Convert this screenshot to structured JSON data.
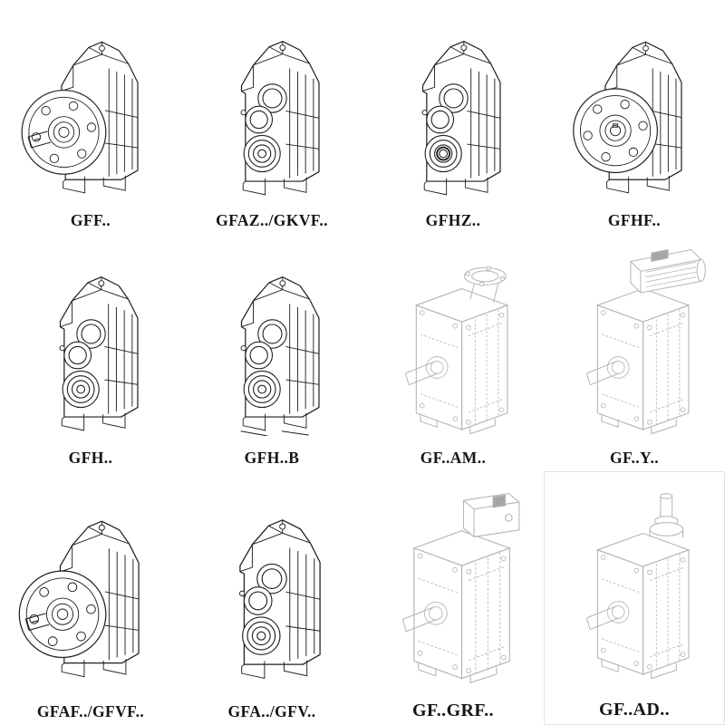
{
  "page": {
    "background": "#ffffff",
    "description_colors": {
      "ink": "#1f1f1f",
      "ghost": "#b4b4b4",
      "label_text": "#151515"
    }
  },
  "cells": [
    {
      "label": "GFF..",
      "drawing": "gearbox-output-flange-with-shaft"
    },
    {
      "label": "GFAZ../GKVF..",
      "drawing": "gearbox-front-bores"
    },
    {
      "label": "GFHZ..",
      "drawing": "gearbox-front-bores-hollow"
    },
    {
      "label": "GFHF..",
      "drawing": "gearbox-flange-hollow"
    },
    {
      "label": "GFH..",
      "drawing": "gearbox-front-bores"
    },
    {
      "label": "GFH..B",
      "drawing": "gearbox-front-bores-foot-mounted"
    },
    {
      "label": "GF..AM..",
      "drawing": "gearbox-phantom-top-motor-flange"
    },
    {
      "label": "GF..Y..",
      "drawing": "gearbox-phantom-mounted-motor"
    },
    {
      "label": "GFAF../GFVF..",
      "drawing": "gearbox-output-flange-with-shaft"
    },
    {
      "label": "GFA../GFV..",
      "drawing": "gearbox-front-bores"
    },
    {
      "label": "GF..GRF..",
      "drawing": "gearbox-phantom-top-adapter-box"
    },
    {
      "label": "GF..AD..",
      "drawing": "gearbox-phantom-top-input-shaft"
    }
  ]
}
